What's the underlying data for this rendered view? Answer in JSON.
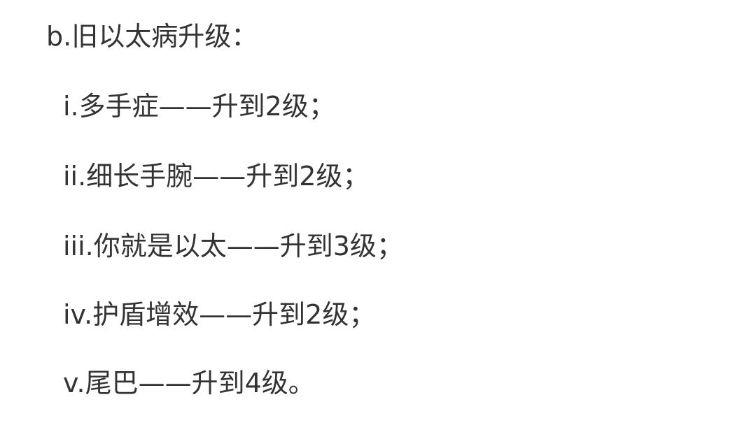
{
  "document": {
    "heading": "b.旧以太病升级：",
    "items": [
      "i.多手症——升到2级；",
      "ii.细长手腕——升到2级；",
      "iii.你就是以太——升到3级；",
      "iv.护盾增效——升到2级；",
      "v.尾巴——升到4级。"
    ]
  },
  "colors": {
    "text": "#333333",
    "background": "#ffffff"
  }
}
